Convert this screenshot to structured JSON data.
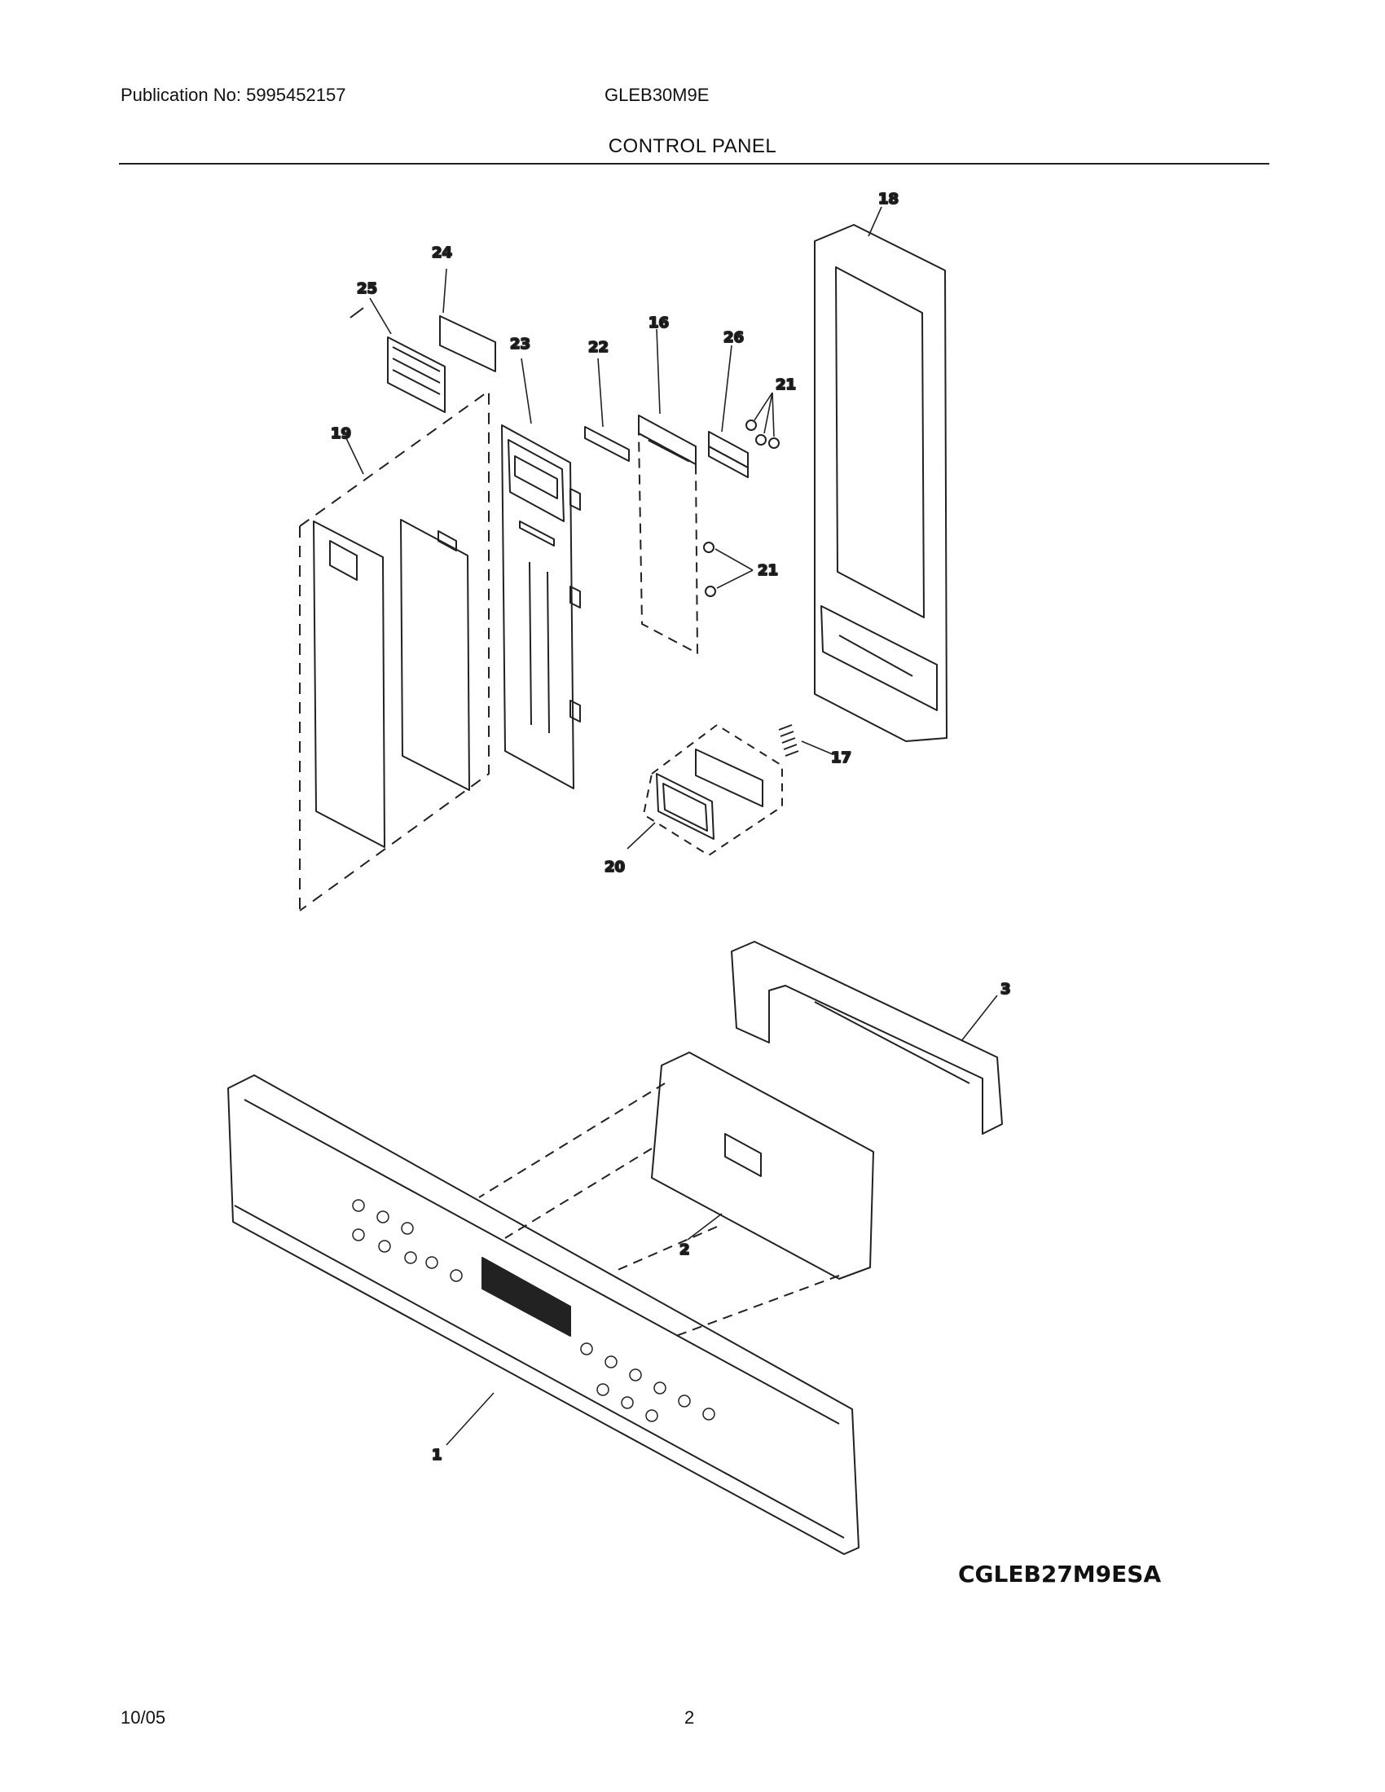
{
  "header": {
    "publication": "Publication No: 5995452157",
    "model": "GLEB30M9E",
    "section": "CONTROL PANEL"
  },
  "callouts": [
    "1",
    "2",
    "3",
    "16",
    "17",
    "18",
    "19",
    "20",
    "21",
    "21",
    "22",
    "23",
    "24",
    "25",
    "26"
  ],
  "diagram_code": "CGLEB27M9ESA",
  "footer": {
    "date": "10/05",
    "page": "2"
  }
}
